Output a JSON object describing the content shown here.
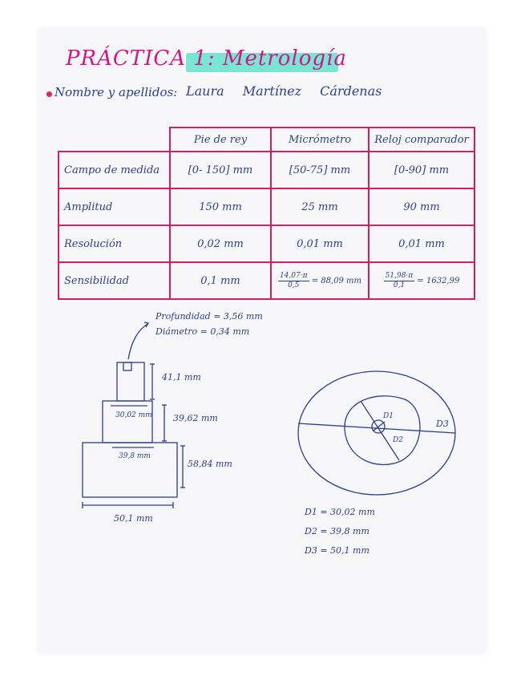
{
  "title": "PRÁCTICA 1: Metrología",
  "student": {
    "label": "Nombre y apellidos:",
    "value": "Laura Martínez Cárdenas"
  },
  "table": {
    "columns": [
      "Pie de rey",
      "Micrómetro",
      "Reloj comparador"
    ],
    "rows": [
      {
        "label": "Campo de medida",
        "values": [
          "[0- 150] mm",
          "[50-75] mm",
          "[0-90] mm"
        ]
      },
      {
        "label": "Amplitud",
        "values": [
          "150 mm",
          "25 mm",
          "90 mm"
        ]
      },
      {
        "label": "Resolución",
        "values": [
          "0,02 mm",
          "0,01 mm",
          "0,01 mm"
        ]
      },
      {
        "label": "Sensibilidad",
        "values": [
          "0,1 mm"
        ]
      }
    ],
    "sens_micro": {
      "num": "14,07·π",
      "den": "0,5",
      "result": "= 88,09 mm"
    },
    "sens_reloj": {
      "num": "51,98·π",
      "den": "0,1",
      "result": "= 1632,99"
    }
  },
  "sketch_left": {
    "profundidad": "Profundidad = 3,56 mm",
    "diametro": "Diámetro = 0,34 mm",
    "h1": "41,1 mm",
    "w2": "30,02 mm",
    "h2": "39,62 mm",
    "w3": "39,8 mm",
    "h3": "58,84 mm",
    "base": "50,1 mm"
  },
  "sketch_right": {
    "d1_label": "D1",
    "d2_label": "D2",
    "d3_label": "D3",
    "d1": "D1 = 30,02 mm",
    "d2": "D2 = 39,8 mm",
    "d3": "D3 = 50,1 mm"
  },
  "colors": {
    "ink": "#2a3f8f",
    "table_lines": "#d81c60",
    "title": "#d6148a",
    "highlight": "#4fe0c6"
  }
}
